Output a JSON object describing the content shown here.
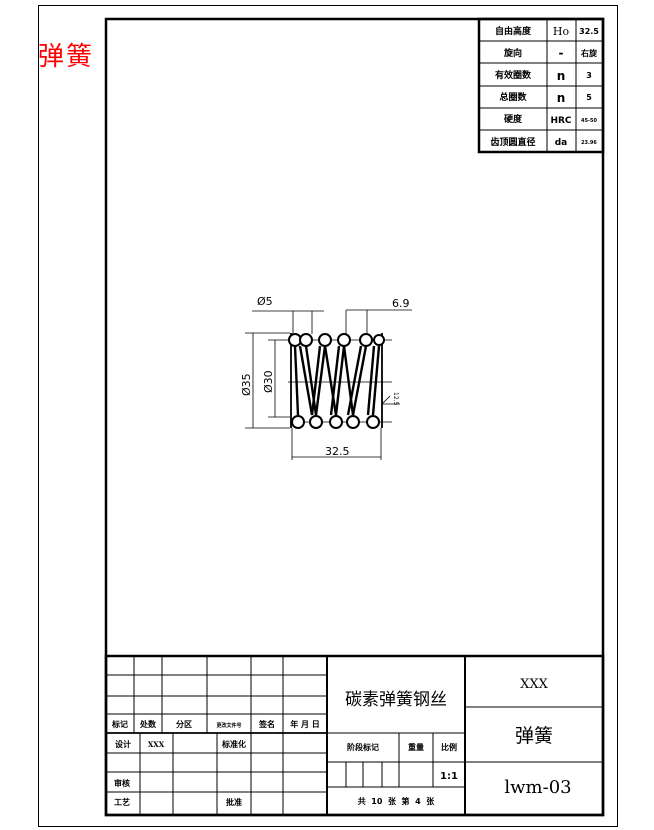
{
  "corner_title": "弹簧",
  "params_table": [
    {
      "label": "自由高度",
      "symbol": "Ho",
      "value": "32.5"
    },
    {
      "label": "旋向",
      "symbol": "-",
      "value": "右旋"
    },
    {
      "label": "有效圈数",
      "symbol": "n",
      "value": "3"
    },
    {
      "label": "总圈数",
      "symbol": "n",
      "value": "5"
    },
    {
      "label": "硬度",
      "symbol": "HRC",
      "value": "45-50"
    },
    {
      "label": "齿顶圆直径",
      "symbol": "da",
      "value": "23.96"
    }
  ],
  "dimensions": {
    "wire_dia": "Ø5",
    "pitch": "6.9",
    "outer_dia": "Ø35",
    "inner_dia": "Ø30",
    "length": "32.5",
    "roughness": "12.5"
  },
  "title_block": {
    "material": "碳素弹簧钢丝",
    "company": "XXX",
    "part_name": "弹簧",
    "drawing_no": "lwm-03",
    "headers": [
      "标记",
      "处数",
      "分区",
      "更改文件号",
      "签名",
      "年 月 日"
    ],
    "design_label": "设计",
    "designer": "XXX",
    "standardization_label": "标准化",
    "review_label": "审核",
    "process_label": "工艺",
    "approve_label": "批准",
    "stage_label": "阶段标记",
    "weight_label": "重量",
    "scale_label": "比例",
    "scale": "1:1",
    "sheets": "共  10  张  第  4  张"
  }
}
